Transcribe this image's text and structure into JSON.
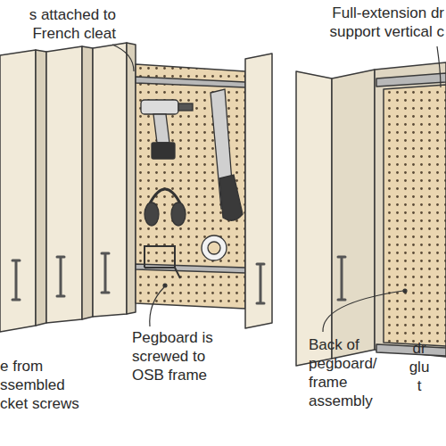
{
  "diagram": {
    "labels": [
      "s attached to French cleat",
      "Full-extension dr support vertical c",
      "Pegboard is screwed to OSB frame",
      "e from ssembled cket screws",
      "Back of pegboard/ frame assembly",
      "dr glu t"
    ]
  }
}
